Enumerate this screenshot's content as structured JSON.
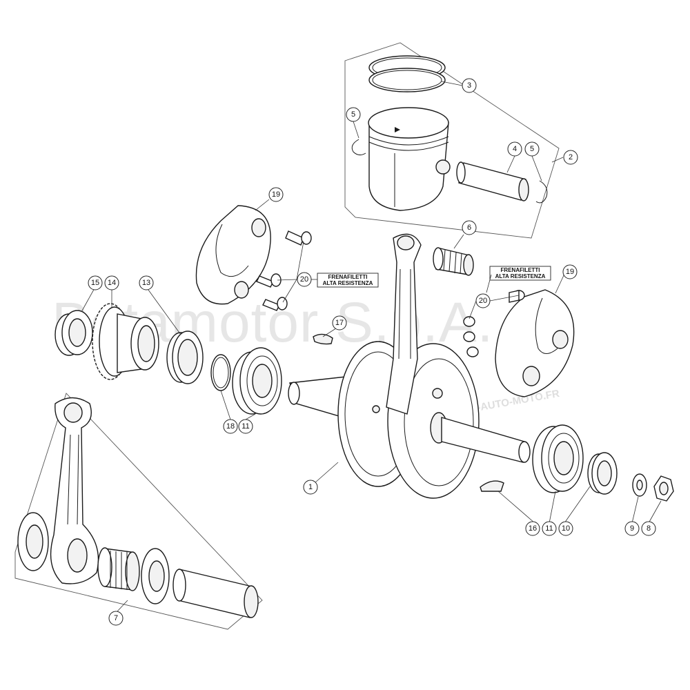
{
  "watermark": {
    "text": "Betamotor S.p.A.",
    "url": "www.PIECES-AUTO-MOTO.FR"
  },
  "note_threadlock": {
    "line1": "FRENAFILETTI",
    "line2": "ALTA RESISTENZA"
  },
  "callouts": {
    "c1": "1",
    "c2": "2",
    "c3": "3",
    "c4": "4",
    "c5a": "5",
    "c5b": "5",
    "c6": "6",
    "c7": "7",
    "c8": "8",
    "c9": "9",
    "c10": "10",
    "c11a": "11",
    "c11b": "11",
    "c13": "13",
    "c14": "14",
    "c15": "15",
    "c16": "16",
    "c17": "17",
    "c18": "18",
    "c19a": "19",
    "c19b": "19",
    "c20a": "20",
    "c20b": "20"
  }
}
